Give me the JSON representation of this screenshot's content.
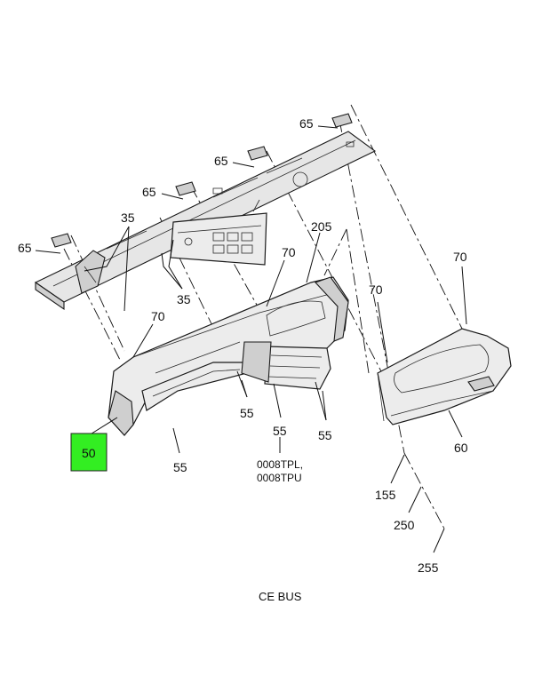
{
  "callouts": {
    "c65a": "65",
    "c65b": "65",
    "c65c": "65",
    "c65d": "65",
    "c35a": "35",
    "c35b": "35",
    "c70a": "70",
    "c70b": "70",
    "c70c": "70",
    "c70d": "70",
    "c205": "205",
    "c50": "50",
    "c55a": "55",
    "c55b": "55",
    "c55c": "55",
    "c55d": "55",
    "c60": "60",
    "c155": "155",
    "c250": "250",
    "c255": "255"
  },
  "note_line1": "0008TPL,",
  "note_line2": "0008TPU",
  "caption": "CE BUS",
  "colors": {
    "highlight": "#33ee22",
    "ink": "#111111"
  }
}
